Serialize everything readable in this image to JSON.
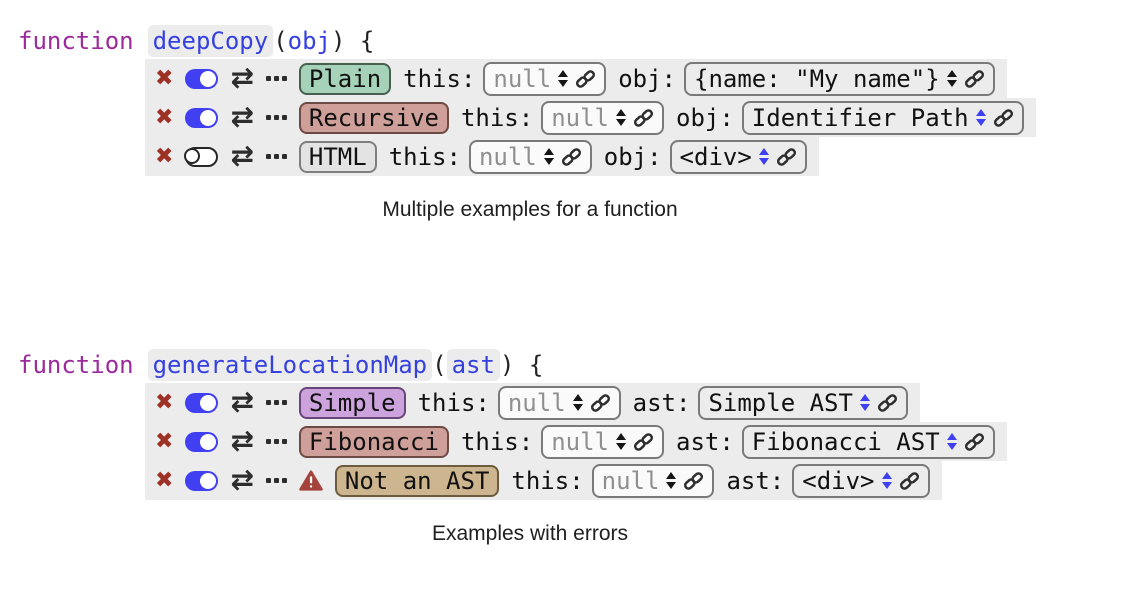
{
  "glyphs": {
    "delete": "✖",
    "swap": "⇄"
  },
  "colors": {
    "toggle_on_blue": "#4040f2",
    "delete_red": "#9d3126",
    "warning_red": "#a6423c",
    "keyword_purple": "#9d2a9d",
    "identifier_blue": "#3540e0",
    "linked_stepper_blue": "#3e3ef2",
    "row_background": "#ececec",
    "box_border_gray": "#7a7a7a"
  },
  "blocks": [
    {
      "signature": {
        "keyword": "function",
        "name": "deepCopy",
        "open_paren": "(",
        "param": "obj",
        "param_highlighted": false,
        "close_suffix": ") {"
      },
      "rows": [
        {
          "name": "Plain",
          "badge_bg": "#a5d2b8",
          "badge_border": "#47604f",
          "enabled": true,
          "warning": false,
          "args": [
            {
              "label": "this:",
              "value": "null",
              "muted": true,
              "linked": false
            },
            {
              "label": "obj:",
              "value": "{name: \"My name\"}",
              "muted": false,
              "linked": false
            }
          ]
        },
        {
          "name": "Recursive",
          "badge_bg": "#cf9f99",
          "badge_border": "#6e4a45",
          "enabled": true,
          "warning": false,
          "args": [
            {
              "label": "this:",
              "value": "null",
              "muted": true,
              "linked": false
            },
            {
              "label": "obj:",
              "value": "Identifier Path",
              "muted": false,
              "linked": true
            }
          ]
        },
        {
          "name": "HTML",
          "badge_bg": "#e3e3e3",
          "badge_border": "#7f7f7f",
          "enabled": false,
          "warning": false,
          "args": [
            {
              "label": "this:",
              "value": "null",
              "muted": true,
              "linked": false
            },
            {
              "label": "obj:",
              "value": "<div>",
              "muted": false,
              "linked": true
            }
          ]
        }
      ],
      "caption": "Multiple examples for a function"
    },
    {
      "signature": {
        "keyword": "function",
        "name": "generateLocationMap",
        "open_paren": "(",
        "param": "ast",
        "param_highlighted": true,
        "close_suffix": ") {"
      },
      "rows": [
        {
          "name": "Simple",
          "badge_bg": "#cda3de",
          "badge_border": "#68467a",
          "enabled": true,
          "warning": false,
          "args": [
            {
              "label": "this:",
              "value": "null",
              "muted": true,
              "linked": false
            },
            {
              "label": "ast:",
              "value": "Simple AST",
              "muted": false,
              "linked": true
            }
          ]
        },
        {
          "name": "Fibonacci",
          "badge_bg": "#cf9f99",
          "badge_border": "#6e4a45",
          "enabled": true,
          "warning": false,
          "args": [
            {
              "label": "this:",
              "value": "null",
              "muted": true,
              "linked": false
            },
            {
              "label": "ast:",
              "value": "Fibonacci AST",
              "muted": false,
              "linked": true
            }
          ]
        },
        {
          "name": "Not an AST",
          "badge_bg": "#cdb58f",
          "badge_border": "#6d5b3e",
          "enabled": true,
          "warning": true,
          "args": [
            {
              "label": "this:",
              "value": "null",
              "muted": true,
              "linked": false
            },
            {
              "label": "ast:",
              "value": "<div>",
              "muted": false,
              "linked": true
            }
          ]
        }
      ],
      "caption": "Examples with errors"
    }
  ]
}
